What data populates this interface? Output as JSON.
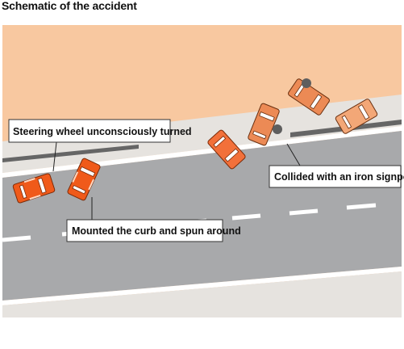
{
  "header": {
    "title": "Schematic of the accident"
  },
  "callouts": {
    "steering": "Steering wheel unconsciously turned",
    "curb": "Mounted the curb and spun around",
    "signpost": "Collided with an iron signpost"
  },
  "colors": {
    "field": "#f8c8a0",
    "sidewalk": "#e6e3df",
    "road": "#a8a9ab",
    "car_red": "#f05a1a",
    "car_orange": "#ec8a55",
    "car_light": "#f3a777",
    "post": "#5e5e5e"
  }
}
